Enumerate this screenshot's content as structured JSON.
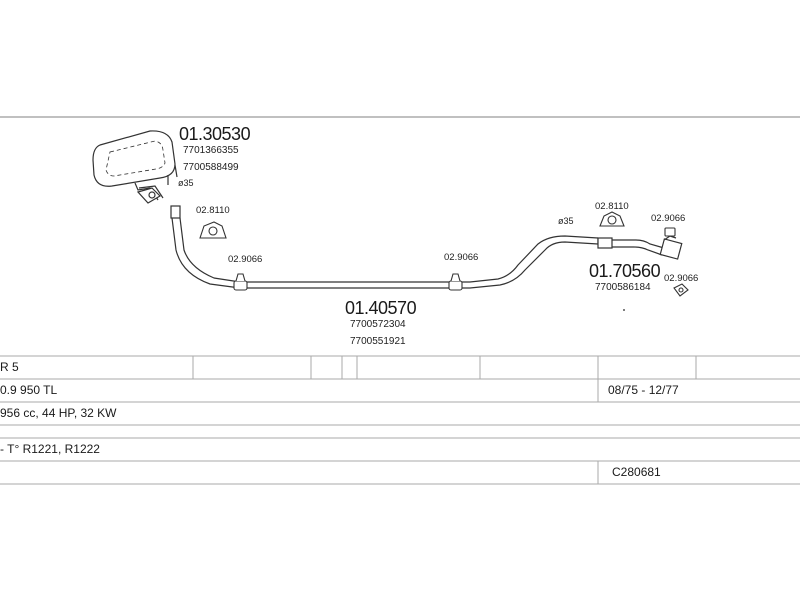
{
  "parts": {
    "rear_silencer": {
      "number": "01.30530",
      "oe": [
        "7701366355",
        "7700588499"
      ],
      "pipe_diameter": "ø35"
    },
    "middle_pipe": {
      "number": "01.40570",
      "oe": [
        "7700572304",
        "7700551921"
      ]
    },
    "front_pipe": {
      "number": "01.70560",
      "oe": [
        "7700586184"
      ],
      "pipe_diameter": "ø35"
    },
    "mounting_rubber_rear": "02.8110",
    "hanger_rear": "02.9066",
    "hanger_middle": "02.9066",
    "mounting_rubber_front": "02.8110",
    "hanger_front_top": "02.9066",
    "hanger_front_bottom": "02.9066"
  },
  "info_table": {
    "model": "R 5",
    "engine_code": "0.9 950 TL",
    "years": "08/75 - 12/77",
    "engine_spec": "956 cc, 44 HP, 32 KW",
    "type": "- T° R1221, R1222",
    "catalog_code": "C280681"
  }
}
